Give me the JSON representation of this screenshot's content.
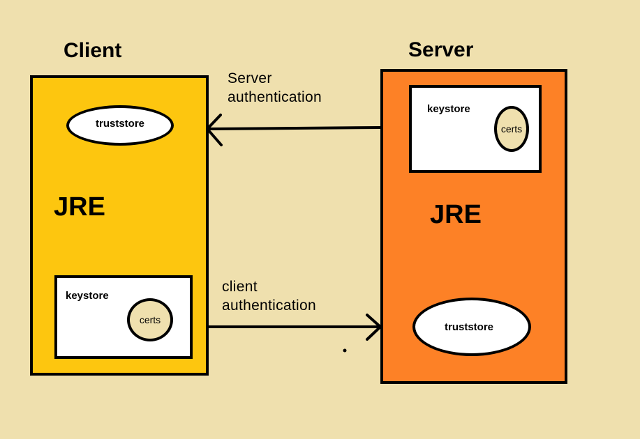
{
  "client": {
    "title": "Client",
    "fill": "#fdc60f",
    "jre_label": "JRE",
    "truststore_label": "truststore",
    "keystore_label": "keystore",
    "certs_label": "certs"
  },
  "server": {
    "title": "Server",
    "fill": "#fd8126",
    "jre_label": "JRE",
    "truststore_label": "truststore",
    "keystore_label": "keystore",
    "certs_label": "certs"
  },
  "flows": {
    "server_auth_line1": "Server",
    "server_auth_line2": "authentication",
    "client_auth_line1": "client",
    "client_auth_line2": "authentication"
  },
  "colors": {
    "background": "#efe0ae",
    "certs_fill": "#efe0ae",
    "store_fill": "#ffffff",
    "outline": "#000000"
  }
}
